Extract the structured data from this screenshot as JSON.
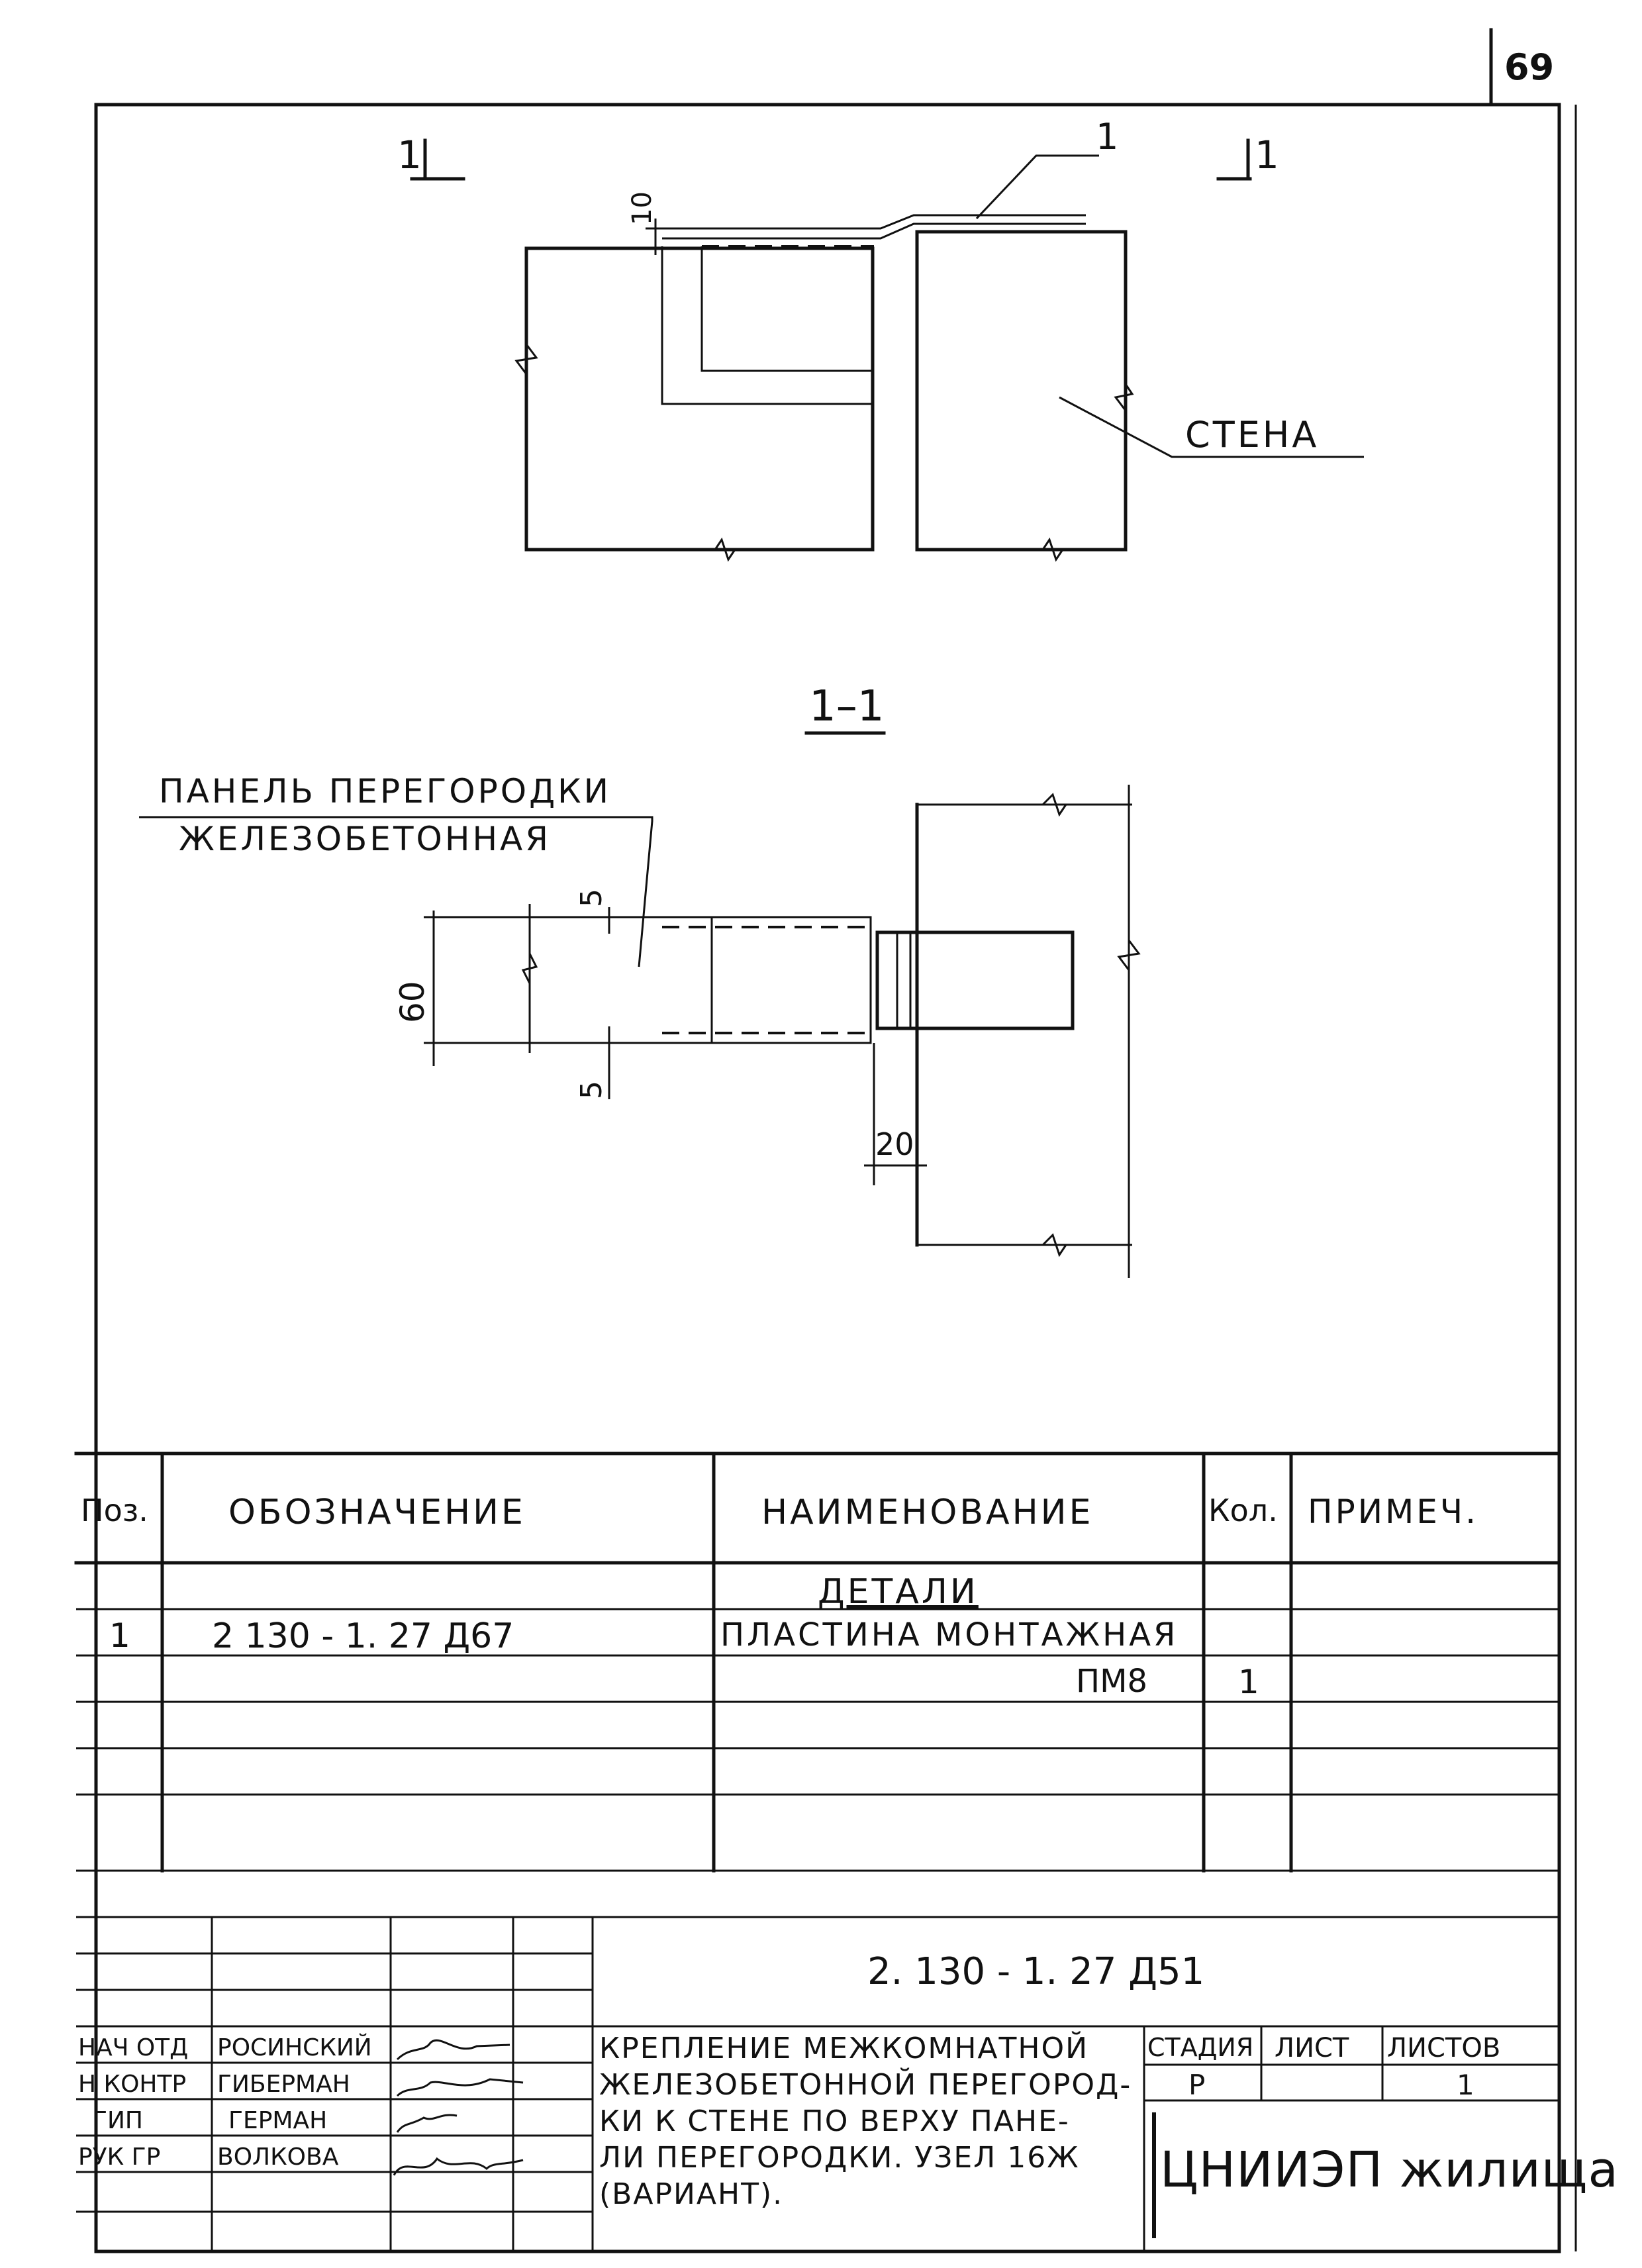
{
  "sheet_number": "69",
  "views": {
    "section_mark_left": "1",
    "section_mark_right": "1",
    "leader_label_plate": "1",
    "dim_gap_top": "10",
    "wall_label": "СТЕНА",
    "section_title": "1–1",
    "panel_label_line1": "ПАНЕЛЬ ПЕРЕГОРОДКИ",
    "panel_label_line2": "ЖЕЛЕЗОБЕТОННАЯ",
    "dim_thickness": "60",
    "dim_cover_top": "5",
    "dim_cover_bottom": "5",
    "dim_gap": "20"
  },
  "spec_table": {
    "headers": {
      "pos": "Поз.",
      "designation": "ОБОЗНАЧЕНИЕ",
      "name": "НАИМЕНОВАНИЕ",
      "qty": "Кол.",
      "note": "ПРИМЕЧ."
    },
    "section_heading": "ДЕТАЛИ",
    "rows": [
      {
        "pos": "1",
        "designation": "2 130 - 1. 27 Д67",
        "name": "ПЛАСТИНА МОНТАЖНАЯ",
        "qty": "",
        "note": ""
      },
      {
        "pos": "",
        "designation": "",
        "name": "ПМ8",
        "qty": "1",
        "note": ""
      }
    ]
  },
  "title_block": {
    "document_code": "2. 130 - 1. 27 Д51",
    "roles": [
      {
        "role": "НАЧ ОТД",
        "name": "РОСИНСКИЙ"
      },
      {
        "role": "Н КОНТР",
        "name": "ГИБЕРМАН"
      },
      {
        "role": "ГИП",
        "name": "ГЕРМАН"
      },
      {
        "role": "РУК ГР",
        "name": "ВОЛКОВА"
      }
    ],
    "title_lines": [
      "КРЕПЛЕНИЕ МЕЖКОМНАТНОЙ",
      "ЖЕЛЕЗОБЕТОННОЙ ПЕРЕГОРОД-",
      "КИ К СТЕНЕ ПО ВЕРХУ ПАНЕ-",
      "ЛИ ПЕРЕГОРОДКИ. УЗЕЛ 16Ж",
      "(ВАРИАНТ)."
    ],
    "stage_label": "СТАДИЯ",
    "sheet_label": "ЛИСТ",
    "sheets_label": "ЛИСТОВ",
    "stage_value": "Р",
    "sheet_value": "",
    "sheets_value": "1",
    "org_name": "ЦНИИЭП жилища"
  }
}
